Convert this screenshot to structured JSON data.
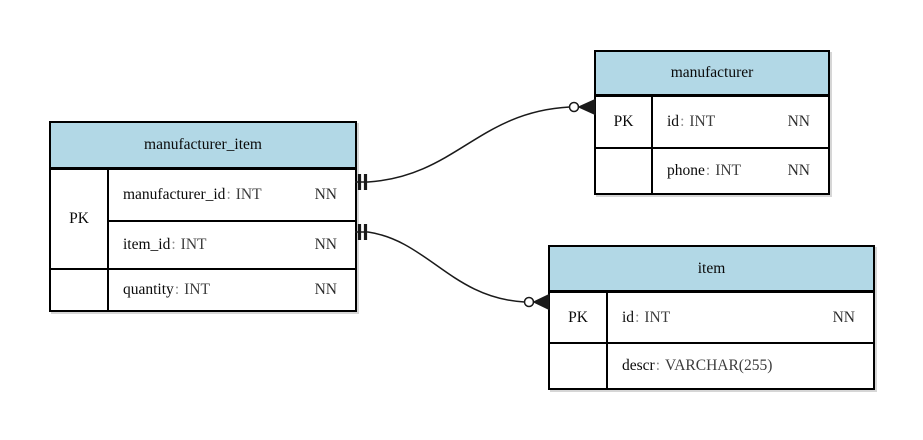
{
  "diagram": {
    "colon": ":",
    "tables": [
      {
        "title": "manufacturer_item",
        "pk_label": "PK",
        "columns": [
          {
            "name": "manufacturer_id",
            "type": "INT",
            "constraint": "NN",
            "in_pk": true
          },
          {
            "name": "item_id",
            "type": "INT",
            "constraint": "NN",
            "in_pk": true
          },
          {
            "name": "quantity",
            "type": "INT",
            "constraint": "NN",
            "in_pk": false
          }
        ]
      },
      {
        "title": "manufacturer",
        "pk_label": "PK",
        "columns": [
          {
            "name": "id",
            "type": "INT",
            "constraint": "NN",
            "in_pk": true
          },
          {
            "name": "phone",
            "type": "INT",
            "constraint": "NN",
            "in_pk": false
          }
        ]
      },
      {
        "title": "item",
        "pk_label": "PK",
        "columns": [
          {
            "name": "id",
            "type": "INT",
            "constraint": "NN",
            "in_pk": true
          },
          {
            "name": "descr",
            "type": "VARCHAR(255)",
            "constraint": "",
            "in_pk": false
          }
        ]
      }
    ],
    "relationships": [
      {
        "from_table": "manufacturer_item",
        "from_column": "manufacturer_id",
        "to_table": "manufacturer",
        "from_marker": "one-and-only-one-double-bar",
        "to_marker": "zero-or-many-circle-crowfoot"
      },
      {
        "from_table": "manufacturer_item",
        "from_column": "item_id",
        "to_table": "item",
        "from_marker": "one-and-only-one-double-bar",
        "to_marker": "zero-or-many-circle-crowfoot"
      }
    ]
  },
  "colors": {
    "background": "#ffffff",
    "table_header_fill": "#b2d8e6",
    "table_border": "#000000",
    "line_color": "#1a1a1a"
  }
}
